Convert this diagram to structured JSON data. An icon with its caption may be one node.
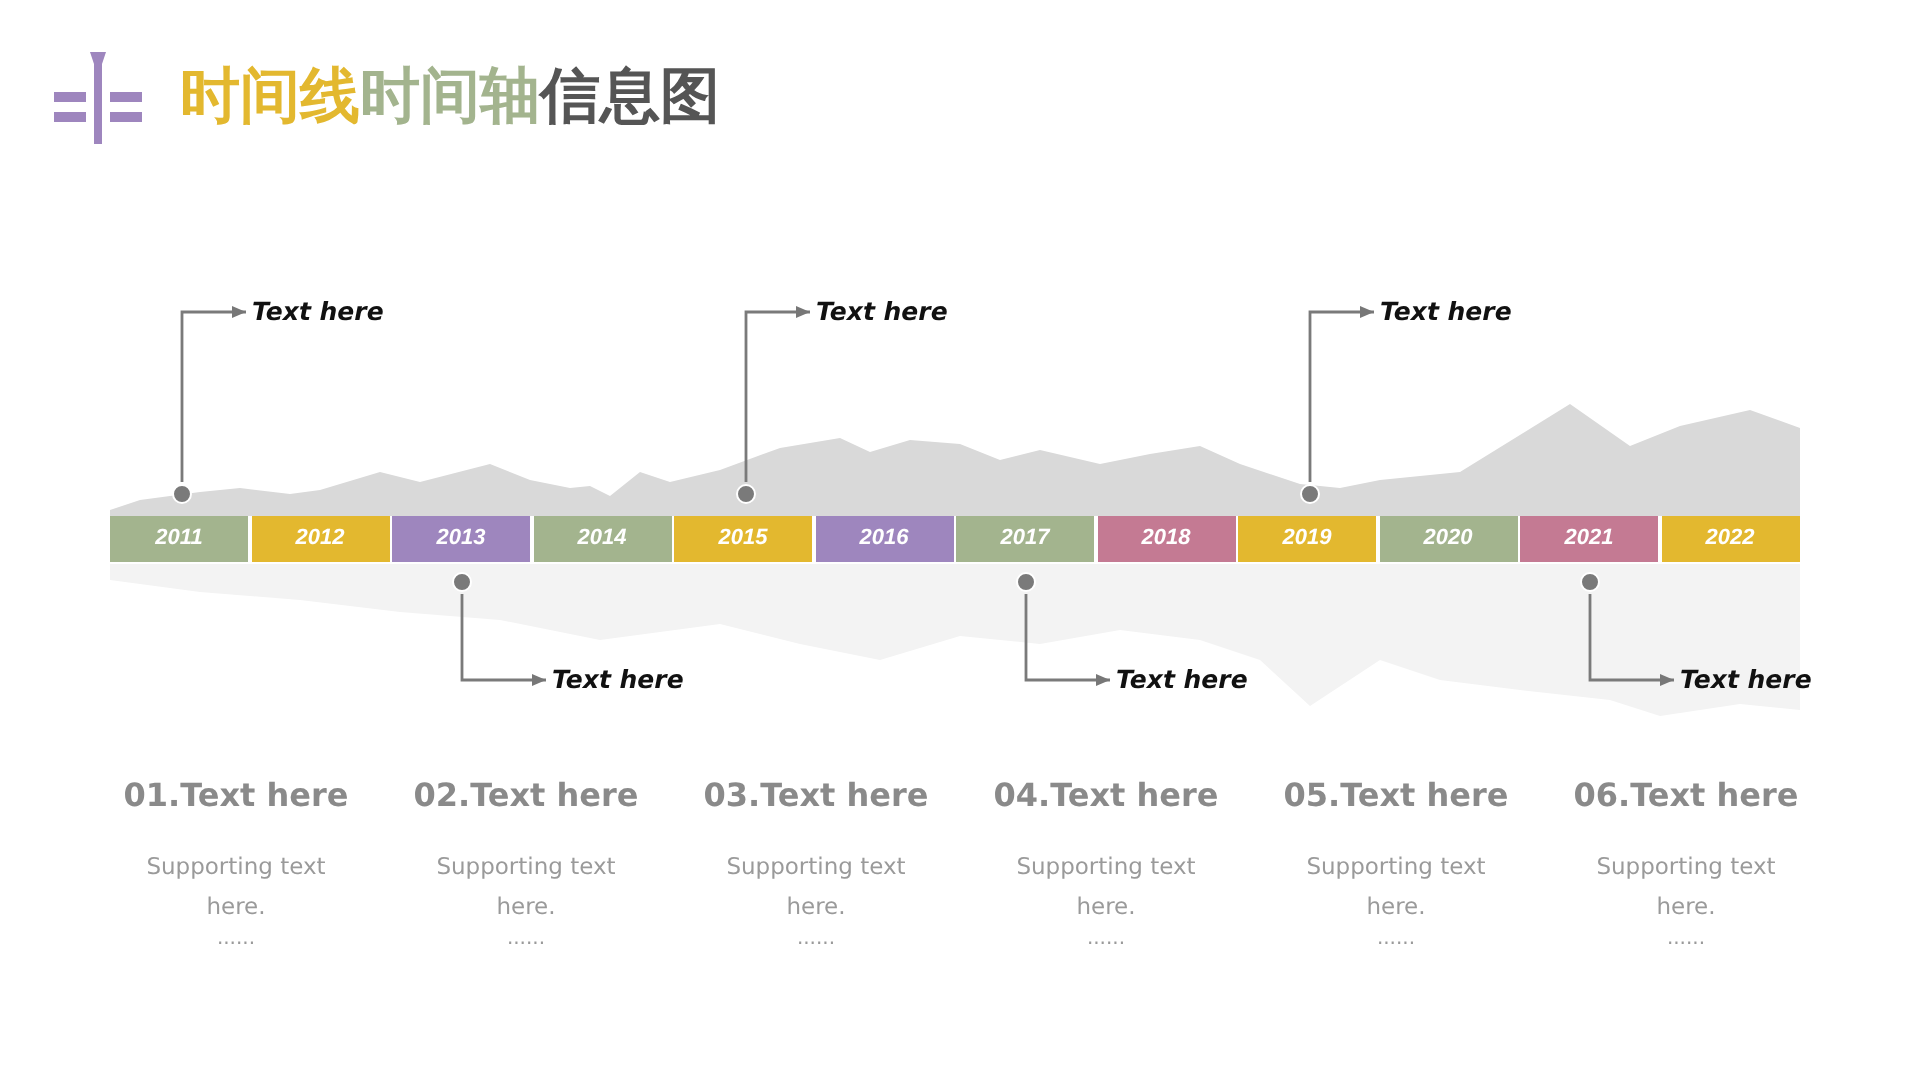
{
  "diagram": {
    "title": "时间线时间轴信息图",
    "nodes": [
      {
        "text": [
          "2011"
        ]
      },
      {
        "text": [
          "2012"
        ]
      },
      {
        "text": [
          "2013"
        ]
      },
      {
        "text": [
          "2014"
        ]
      },
      {
        "text": [
          "2015"
        ]
      },
      {
        "text": [
          "2016"
        ]
      },
      {
        "text": [
          "2017"
        ]
      },
      {
        "text": [
          "2018"
        ]
      },
      {
        "text": [
          "2019"
        ]
      },
      {
        "text": [
          "2020"
        ]
      },
      {
        "text": [
          "2021"
        ]
      },
      {
        "text": [
          "2022"
        ]
      },
      {
        "text": [],
        "shape": "circle"
      },
      {
        "text": [],
        "shape": "circle"
      },
      {
        "text": [],
        "shape": "circle"
      },
      {
        "text": [],
        "shape": "circle"
      },
      {
        "text": [],
        "shape": "circle"
      },
      {
        "text": [],
        "shape": "circle"
      },
      {
        "text": [
          "Text here"
        ]
      },
      {
        "text": [
          "Text here"
        ]
      },
      {
        "text": [
          "Text here"
        ]
      },
      {
        "text": [
          "Text here"
        ]
      },
      {
        "text": [
          "Text here"
        ]
      },
      {
        "text": [
          "Text here"
        ]
      }
    ],
    "edges": [
      {
        "from": 12,
        "to": 18,
        "arrow": "to"
      },
      {
        "from": 13,
        "to": 19,
        "arrow": "to"
      },
      {
        "from": 14,
        "to": 20,
        "arrow": "to"
      },
      {
        "from": 15,
        "to": 21,
        "arrow": "to"
      },
      {
        "from": 16,
        "to": 22,
        "arrow": "to"
      },
      {
        "from": 17,
        "to": 23,
        "arrow": "to"
      }
    ],
    "labels": [
      "01.Text here",
      "Supporting text here.",
      "......",
      "02.Text here",
      "Supporting text here.",
      "......",
      "03.Text here",
      "Supporting text here.",
      "......",
      "04.Text here",
      "Supporting text here.",
      "......",
      "05.Text here",
      "Supporting text here.",
      "......",
      "06.Text here",
      "Supporting text here.",
      "......"
    ]
  }
}
